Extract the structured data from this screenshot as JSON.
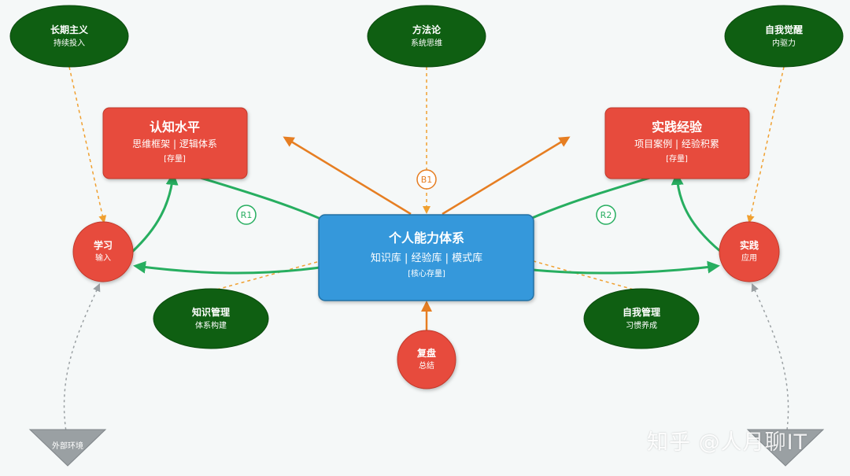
{
  "colors": {
    "red": "#e74c3c",
    "green_dark": "#0f5f12",
    "blue": "#3498db",
    "green_arrow": "#27ae60",
    "orange": "#e67e22",
    "gray": "#9aa0a3"
  },
  "center": {
    "title": "个人能力体系",
    "sub": "知识库 | 经验库 | 模式库",
    "tag": "[核心存量]"
  },
  "cognition": {
    "title": "认知水平",
    "sub": "思维框架 | 逻辑体系",
    "tag": "[存量]"
  },
  "practice_exp": {
    "title": "实践经验",
    "sub": "项目案例 | 经验积累",
    "tag": "[存量]"
  },
  "learning": {
    "line1": "学习",
    "line2": "输入"
  },
  "practice_app": {
    "line1": "实践",
    "line2": "应用"
  },
  "review": {
    "line1": "复盘",
    "line2": "总结"
  },
  "longterm": {
    "title": "长期主义",
    "sub": "持续投入"
  },
  "methodology": {
    "title": "方法论",
    "sub": "系统思维"
  },
  "awakening": {
    "title": "自我觉醒",
    "sub": "内驱力"
  },
  "knowledge_mgmt": {
    "title": "知识管理",
    "sub": "体系构建"
  },
  "self_mgmt": {
    "title": "自我管理",
    "sub": "习惯养成"
  },
  "external": {
    "label": "外部环境"
  },
  "loops": {
    "r1": "R1",
    "r2": "R2",
    "b1": "B1"
  },
  "watermark": "知乎 @人月聊IT"
}
